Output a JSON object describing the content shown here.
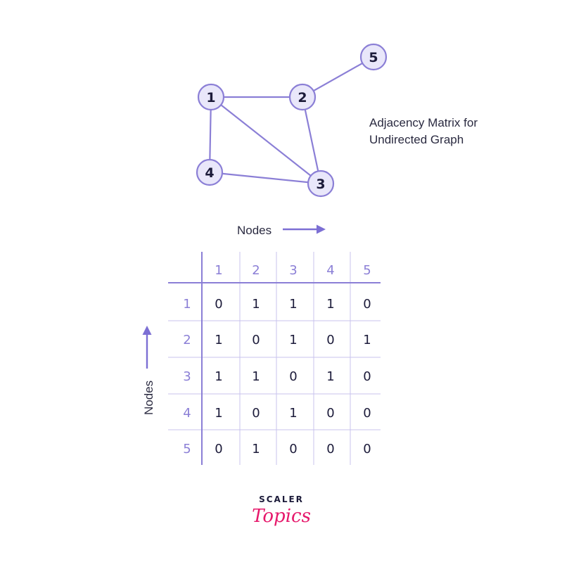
{
  "caption": {
    "line1": "Adjacency Matrix for",
    "line2": "Undirected Graph"
  },
  "graph": {
    "nodes": [
      {
        "id": "1",
        "label": "1"
      },
      {
        "id": "2",
        "label": "2"
      },
      {
        "id": "3",
        "label": "3"
      },
      {
        "id": "4",
        "label": "4"
      },
      {
        "id": "5",
        "label": "5"
      }
    ],
    "edges": [
      [
        "1",
        "2"
      ],
      [
        "1",
        "3"
      ],
      [
        "1",
        "4"
      ],
      [
        "2",
        "3"
      ],
      [
        "2",
        "5"
      ],
      [
        "3",
        "4"
      ]
    ]
  },
  "matrix": {
    "col_axis_label": "Nodes",
    "row_axis_label": "Nodes",
    "col_headers": [
      "1",
      "2",
      "3",
      "4",
      "5"
    ],
    "row_headers": [
      "1",
      "2",
      "3",
      "4",
      "5"
    ],
    "cells": [
      [
        "0",
        "1",
        "1",
        "1",
        "0"
      ],
      [
        "1",
        "0",
        "1",
        "0",
        "1"
      ],
      [
        "1",
        "1",
        "0",
        "1",
        "0"
      ],
      [
        "1",
        "0",
        "1",
        "0",
        "0"
      ],
      [
        "0",
        "1",
        "0",
        "0",
        "0"
      ]
    ]
  },
  "logo": {
    "top": "SCALER",
    "bottom": "Topics"
  },
  "colors": {
    "accent": "#8b7fd6",
    "node_fill": "#e9e7fa",
    "text": "#1c1b3a",
    "logo_pink": "#e6186b"
  }
}
